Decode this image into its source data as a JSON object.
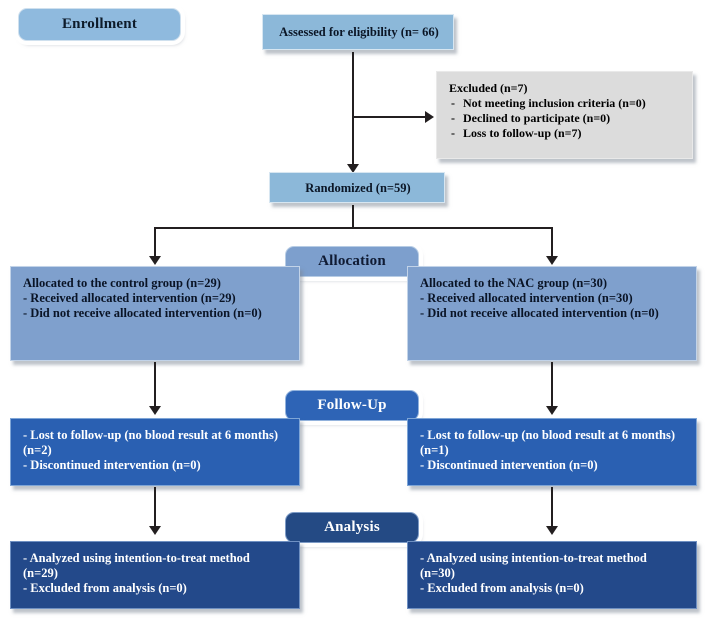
{
  "diagram": {
    "title": "CONSORT participant flow diagram",
    "type": "flowchart",
    "colors": {
      "stage_enrollment": "#8fbade",
      "stage_allocation": "#7d9fcd",
      "stage_followup": "#2e64b6",
      "stage_analysis": "#244a84",
      "box_assessed": "#8cb8d9",
      "box_excluded": "#dcdcdc",
      "box_allocation": "#7fa0cd",
      "box_followup": "#2a60b2",
      "box_analysis": "#23498a",
      "connector": "#231f20",
      "background": "#ffffff"
    }
  },
  "stages": {
    "enrollment": "Enrollment",
    "allocation": "Allocation",
    "followup": "Follow-Up",
    "analysis": "Analysis"
  },
  "enrollment": {
    "assessed": "Assessed for eligibility (n= 66)",
    "excluded": {
      "heading": "Excluded (n=7)",
      "reasons": [
        "Not meeting inclusion criteria (n=0)",
        "Declined to participate (n=0)",
        "Loss to follow-up (n=7)"
      ]
    },
    "randomized": "Randomized (n=59)"
  },
  "allocation": {
    "control": [
      "Allocated to the control group (n=29)",
      "- Received allocated intervention (n=29)",
      "- Did not receive allocated intervention (n=0)"
    ],
    "nac": [
      "Allocated to the NAC group (n=30)",
      "- Received allocated intervention (n=30)",
      "- Did not receive allocated intervention (n=0)"
    ]
  },
  "followup": {
    "control": [
      "- Lost to follow-up (no blood result at 6 months)",
      "(n=2)",
      "- Discontinued intervention (n=0)"
    ],
    "nac": [
      "- Lost to follow-up (no blood result at 6 months)",
      "(n=1)",
      "- Discontinued intervention (n=0)"
    ]
  },
  "analysis": {
    "control": [
      "- Analyzed using intention-to-treat method",
      "(n=29)",
      "- Excluded from analysis (n=0)"
    ],
    "nac": [
      "- Analyzed using intention-to-treat method",
      "(n=30)",
      "- Excluded from analysis (n=0)"
    ]
  }
}
